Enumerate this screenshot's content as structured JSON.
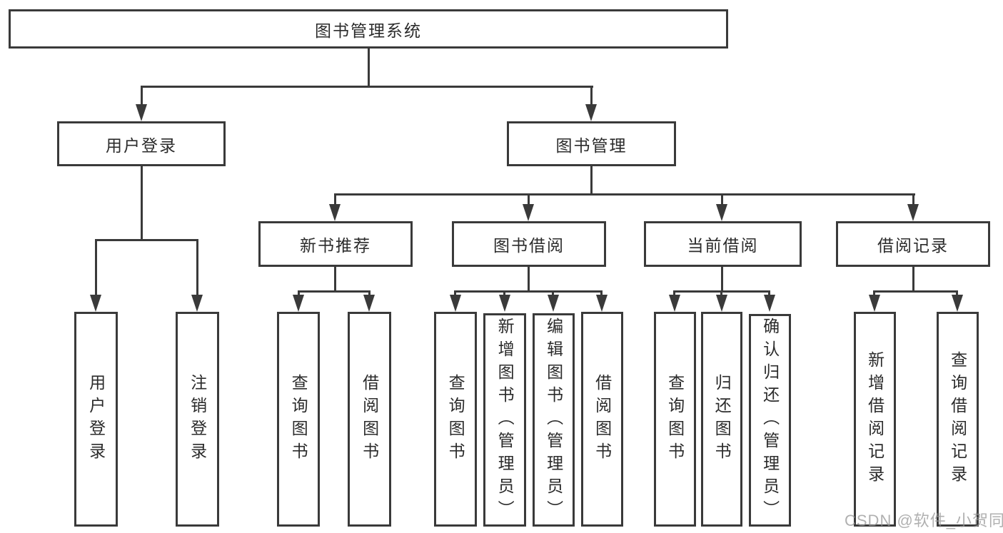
{
  "diagram": {
    "colors": {
      "line": "#3a3a3a",
      "text": "#2b2b2b",
      "background": "#ffffff",
      "watermark": "#969696"
    },
    "tree": {
      "label": "图书管理系统",
      "children": [
        {
          "label": "用户登录",
          "children": [
            {
              "label": "用户登录"
            },
            {
              "label": "注销登录"
            }
          ]
        },
        {
          "label": "图书管理",
          "children": [
            {
              "label": "新书推荐",
              "children": [
                {
                  "label": "查询图书"
                },
                {
                  "label": "借阅图书"
                }
              ]
            },
            {
              "label": "图书借阅",
              "children": [
                {
                  "label": "查询图书"
                },
                {
                  "label": "新增图书（管理员）"
                },
                {
                  "label": "编辑图书（管理员）"
                },
                {
                  "label": "借阅图书"
                }
              ]
            },
            {
              "label": "当前借阅",
              "children": [
                {
                  "label": "查询图书"
                },
                {
                  "label": "归还图书"
                },
                {
                  "label": "确认归还（管理员）"
                }
              ]
            },
            {
              "label": "借阅记录",
              "children": [
                {
                  "label": "新增借阅记录"
                },
                {
                  "label": "查询借阅记录"
                }
              ]
            }
          ]
        }
      ]
    },
    "watermark": {
      "text": "CSDN @软件_小贺同学"
    }
  }
}
